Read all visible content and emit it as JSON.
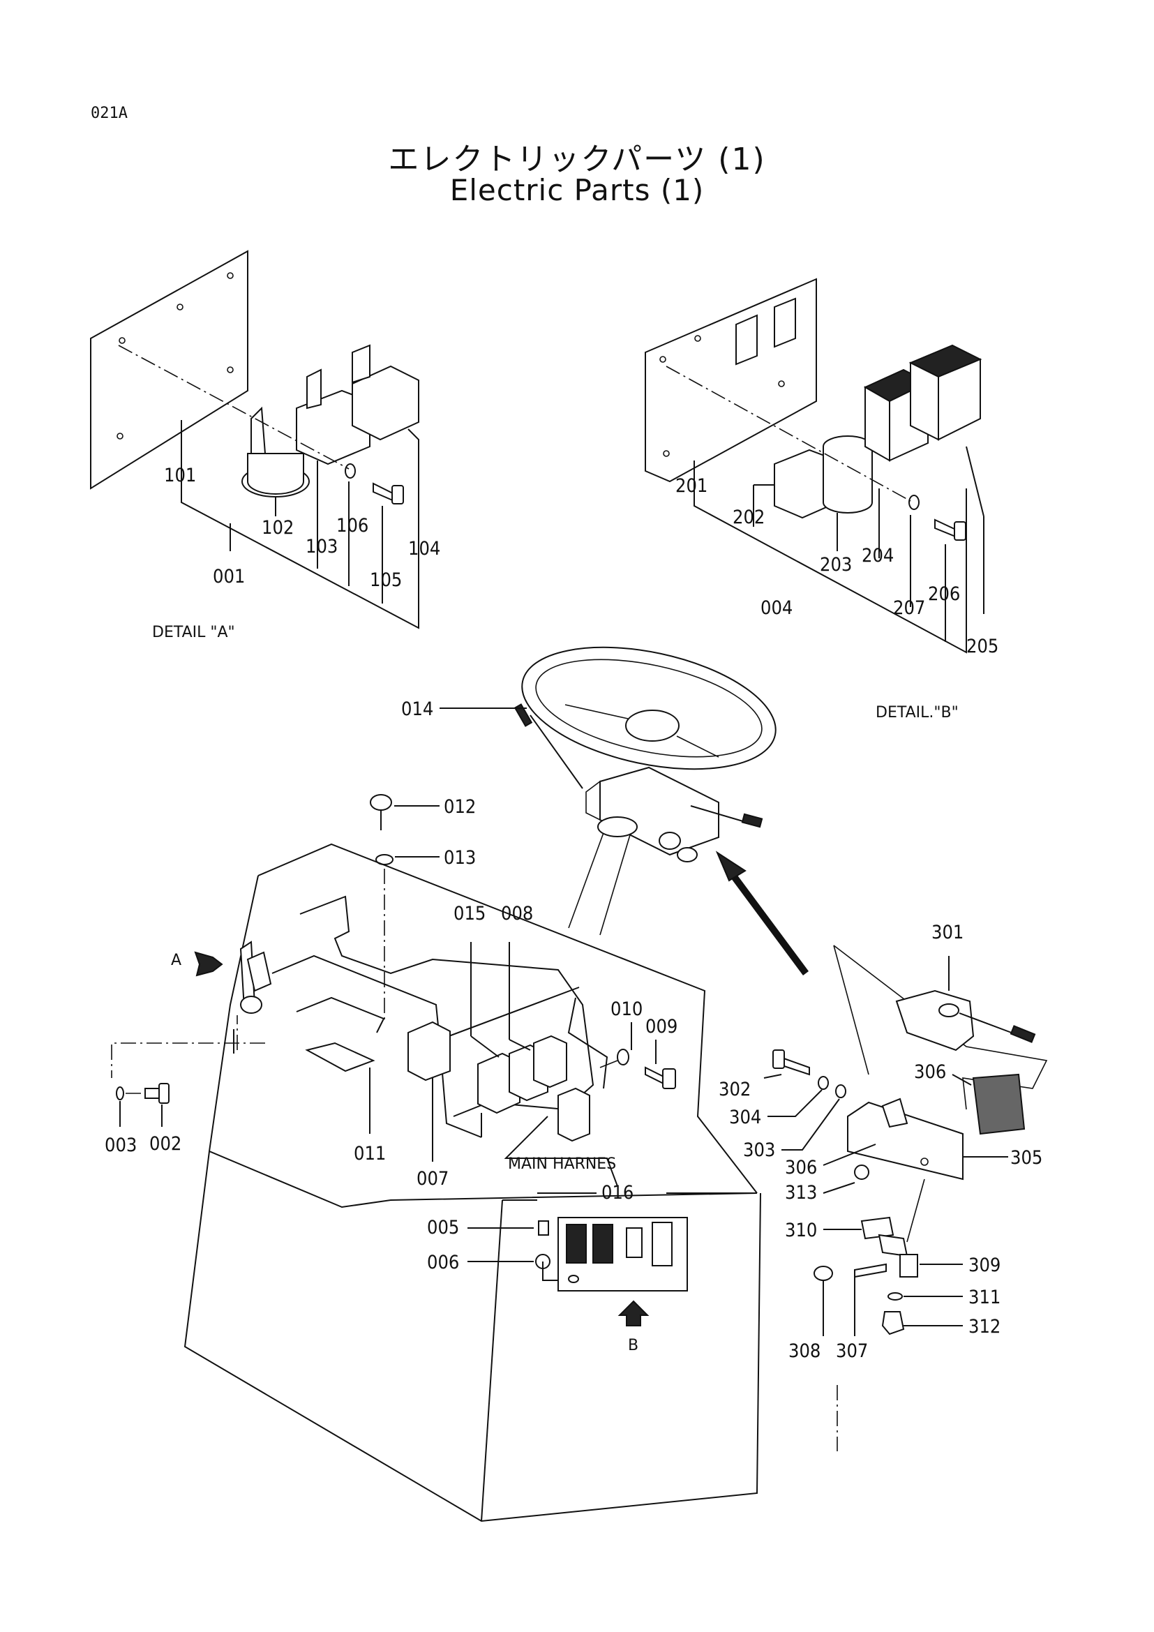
{
  "page_code": "021A",
  "title_jp": "エレクトリックパーツ (1)",
  "title_en": "Electric Parts (1)",
  "captions": {
    "detail_a": "DETAIL \"A\"",
    "detail_b": "DETAIL.\"B\"",
    "main_harness": "MAIN HARNES",
    "arrow_a": "A",
    "arrow_b": "B"
  },
  "labels": {
    "p101": "101",
    "p102": "102",
    "p103": "103",
    "p104": "104",
    "p105": "105",
    "p106": "106",
    "p001": "001",
    "p201": "201",
    "p202": "202",
    "p203": "203",
    "p204": "204",
    "p205": "205",
    "p206": "206",
    "p207": "207",
    "p004": "004",
    "p014": "014",
    "p012": "012",
    "p013": "013",
    "p015": "015",
    "p008": "008",
    "p010": "010",
    "p009": "009",
    "p003": "003",
    "p002": "002",
    "p011": "011",
    "p007": "007",
    "p016": "016",
    "p005": "005",
    "p006": "006",
    "p301": "301",
    "p302": "302",
    "p304": "304",
    "p303": "303",
    "p306a": "306",
    "p306b": "306",
    "p305": "305",
    "p313": "313",
    "p310": "310",
    "p309": "309",
    "p311": "311",
    "p312": "312",
    "p308": "308",
    "p307": "307"
  }
}
